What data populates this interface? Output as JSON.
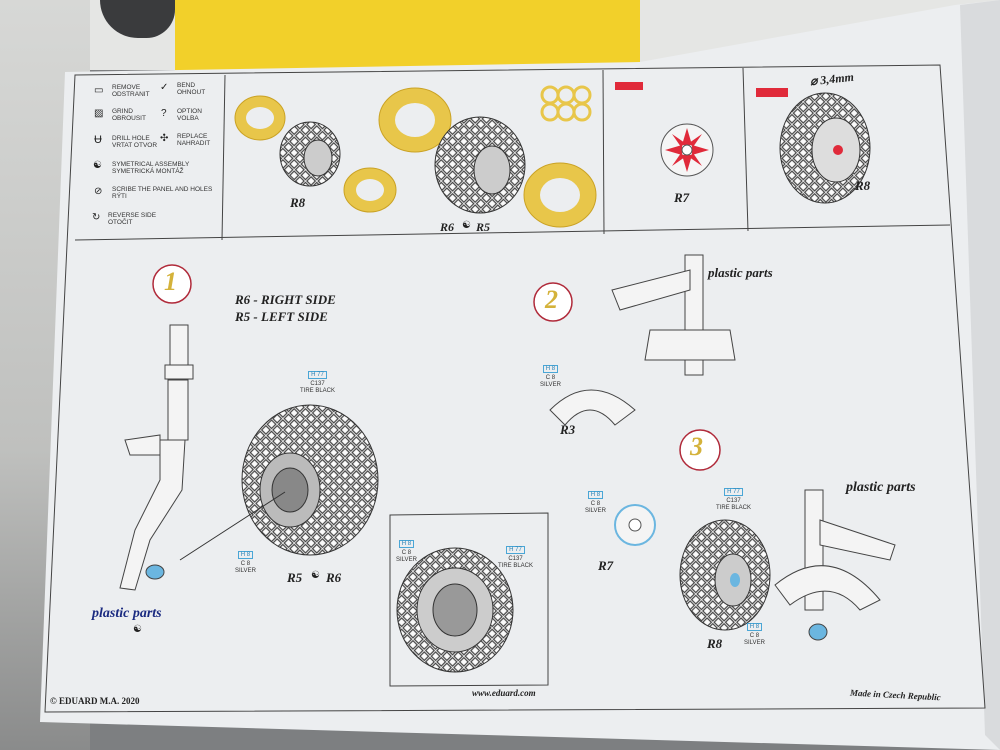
{
  "legend": [
    {
      "icon": "remove-icon",
      "en": "REMOVE",
      "cz": "ODSTRANIT"
    },
    {
      "icon": "bend-icon",
      "en": "BEND",
      "cz": "OHNOUT"
    },
    {
      "icon": "grind-icon",
      "en": "GRIND",
      "cz": "OBROUSIT"
    },
    {
      "icon": "option-icon",
      "en": "OPTION",
      "cz": "VOLBA"
    },
    {
      "icon": "drill-hole-icon",
      "en": "DRILL HOLE",
      "cz": "VRTAT OTVOR"
    },
    {
      "icon": "replace-icon",
      "en": "REPLACE",
      "cz": "NAHRADIT"
    },
    {
      "icon": "symmetrical-assembly-icon",
      "en": "SYMETRICAL ASSEMBLY",
      "cz": "SYMETRICKÁ MONTÁŽ"
    },
    {
      "icon": "scribe-icon",
      "en": "SCRIBE THE PANEL AND HOLES",
      "cz": "RÝTI"
    },
    {
      "icon": "reverse-side-icon",
      "en": "REVERSE SIDE",
      "cz": "OTOČIT"
    }
  ],
  "top_panels": {
    "p1_label": "R8",
    "p2_label": "R6",
    "p2_label_b": "R5",
    "p3_label": "R7",
    "p4_label": "R8",
    "p4_drill": "⌀ 3,4mm"
  },
  "steps": {
    "s1": "1",
    "s2": "2",
    "s3": "3",
    "side_r6": "R6 - RIGHT SIDE",
    "side_r5": "R5 - LEFT SIDE",
    "plastic_parts": "plastic parts",
    "r5": "R5",
    "r6": "R6",
    "r3": "R3",
    "r7": "R7",
    "r8": "R8"
  },
  "codes": {
    "tire": {
      "h": "H 77",
      "c": "C137",
      "name": "TIRE BLACK"
    },
    "silver": {
      "h": "H 8",
      "c": "C 8",
      "name": "SILVER"
    }
  },
  "footer": {
    "copyright": "© EDUARD  M.A. 2020",
    "url": "www.eduard.com",
    "made": "Made in Czech Republic"
  },
  "colors": {
    "yellow": "#f2d02a",
    "photoetch": "#e8c64a",
    "red": "#e02a3a",
    "blue": "#6bb6e0",
    "frame_red": "#b02a3a"
  }
}
